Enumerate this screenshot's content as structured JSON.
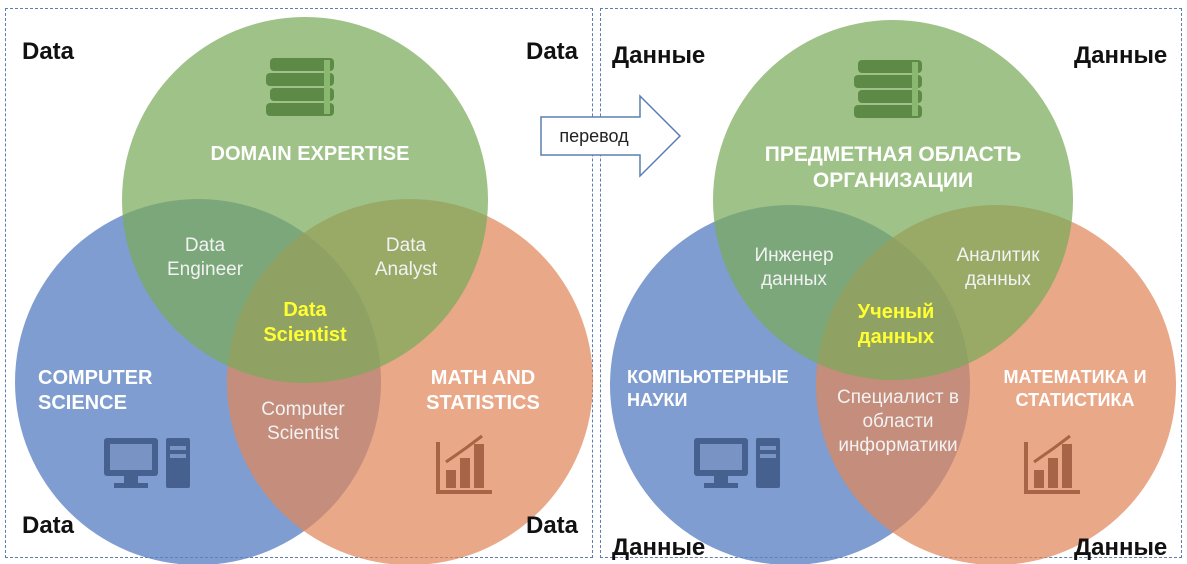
{
  "corner_label_en": "Data",
  "corner_label_ru": "Данные",
  "arrow_label": "перевод",
  "left": {
    "domain": "DOMAIN EXPERTISE",
    "cs": "COMPUTER SCIENCE",
    "math": "MATH AND STATISTICS",
    "engineer": "Data Engineer",
    "analyst": "Data Analyst",
    "scientist": "Data Scientist",
    "cs_scientist": "Computer Scientist"
  },
  "right": {
    "domain": "ПРЕДМЕТНАЯ ОБЛАСТЬ ОРГАНИЗАЦИИ",
    "cs": "КОМПЬЮТЕРНЫЕ НАУКИ",
    "math": "МАТЕМАТИКА И СТАТИСТИКА",
    "engineer": "Инженер данных",
    "analyst": "Аналитик данных",
    "scientist": "Ученый данных",
    "cs_scientist": "Специалист в области информатики"
  },
  "colors": {
    "green": "#7aab5a",
    "blue": "#5b82c3",
    "orange": "#e1875a",
    "highlight": "#ffff33",
    "frame": "#5b7fb0"
  },
  "icons": [
    "books-icon",
    "computer-icon",
    "chart-icon"
  ]
}
